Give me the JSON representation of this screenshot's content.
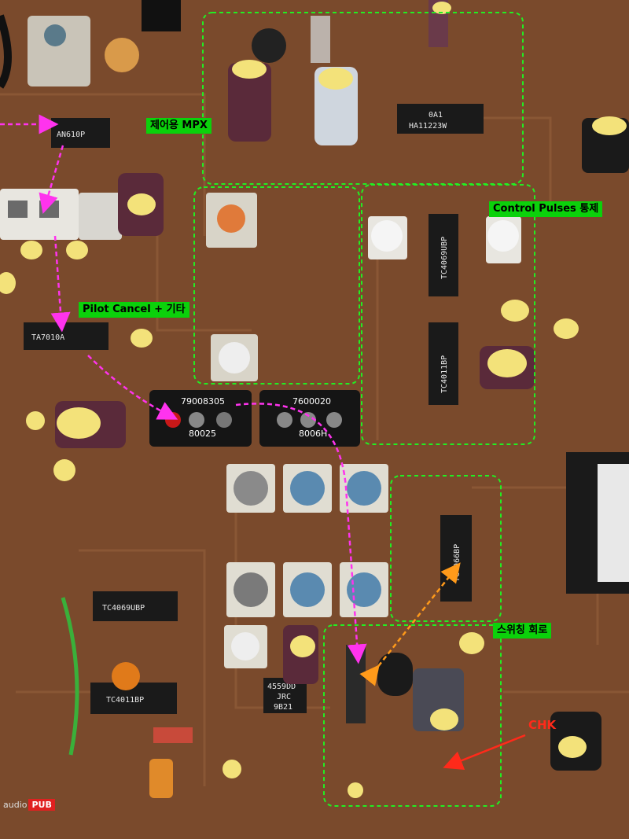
{
  "annotations": {
    "control_mpx": "제어용 MPX",
    "control_pulses": "Control Pulses 통제",
    "pilot_cancel": "Pilot Cancel + 기타",
    "switching_circuit": "스위칭 회로",
    "chk": "CHK"
  },
  "components": {
    "ic_an610p": "AN610P",
    "ic_ha11223w": "HA11223W",
    "ic_ha11223w_top": "0A1",
    "ic_tc4069ubp_top": "TC4069UBP",
    "ic_tc4011bp_top": "TC4011BP",
    "ic_tc4066bp": "TC4066BP",
    "ic_tc4069ubp_bottom": "TC4069UBP",
    "ic_tc4011bp_bottom": "TC4011BP",
    "ic_jrc4559": "4559DD",
    "ic_jrc_label": "JRC",
    "ic_jrc_code": "9B21",
    "ic_ta7010a": "TA7010A",
    "module_left_top": "79008305",
    "module_left_bottom": "80025",
    "module_right_top": "7600020",
    "module_right_bottom": "8006H"
  },
  "logo": {
    "prefix": "audio",
    "brand": "PUB"
  },
  "colors": {
    "pcb": "#7a4a2c",
    "annotation_green": "#0bd10b",
    "arrow_magenta": "#ff33ee",
    "arrow_orange": "#ff9a1a",
    "chk_red": "#ff2a1a"
  }
}
